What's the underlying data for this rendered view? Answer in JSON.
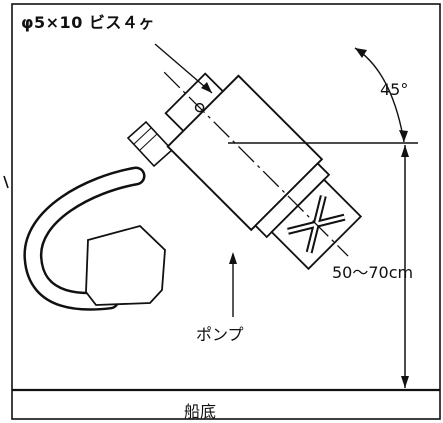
{
  "labels": {
    "screws": "φ5×10 ビス４ヶ",
    "angle": "45°",
    "height_range": "50～70cm",
    "pump": "ポンプ",
    "hull_bottom": "船底"
  }
}
